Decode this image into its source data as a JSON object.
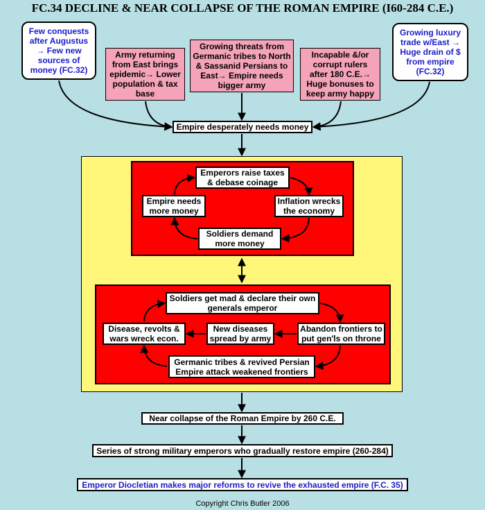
{
  "title": "FC.34 DECLINE & NEAR COLLAPSE OF THE ROMAN EMPIRE (I60-284 C.E.)",
  "causes": {
    "few_conquests": "Few conquests after Augustus → Few new sources of money  (FC.32)",
    "army_returning": "Army returning from East brings epidemic→ Lower population & tax base",
    "growing_threats": "Growing threats from Germanic tribes to North & Sassanid Persians to East→ Empire needs bigger army",
    "incapable_rulers": "Incapable &/or corrupt rulers after 180 C.E.→ Huge bonuses to keep army happy",
    "luxury_trade": "Growing luxury trade w/East → Huge drain of $ from empire  (FC.32)"
  },
  "needs_money": "Empire desperately needs money",
  "cycle1": {
    "raise_taxes": "Emperors raise taxes & debase coinage",
    "inflation": "Inflation wrecks the economy",
    "soldiers_demand": "Soldiers demand more money",
    "empire_needs": "Empire needs more money"
  },
  "cycle2": {
    "soldiers_mad": "Soldiers get mad & declare their own generals emperor",
    "abandon_frontiers": "Abandon frontiers to put gen'ls on throne",
    "germanic_attack": "Germanic tribes & revived Persian Empire attack weakened frontiers",
    "disease_revolts": "Disease, revolts & wars wreck econ.",
    "new_diseases": "New diseases spread by army"
  },
  "outcomes": {
    "near_collapse": "Near collapse of the Roman Empire by 260 C.E.",
    "strong_emperors": "Series of strong military emperors who gradually restore empire (260-284)",
    "diocletian": "Emperor Diocletian makes major reforms to revive the exhausted empire (F.C. 35)"
  },
  "copyright": "Copyright Chris Butler 2006",
  "colors": {
    "background": "#b8dfe4",
    "pink": "#f4a3b8",
    "yellow": "#fff77a",
    "red": "#ff0000",
    "blue_text": "#1a1acc"
  }
}
